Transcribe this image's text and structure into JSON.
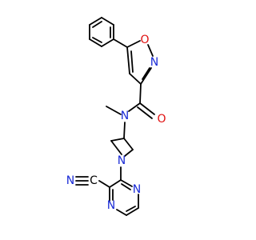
{
  "molecule": {
    "atom_labels": {
      "isoxazole_o": "O",
      "isoxazole_n": "N",
      "carbonyl_o": "O",
      "amide_n": "N",
      "azetidine_n": "N",
      "pyrazine_n_top": "N",
      "pyrazine_n_bottom": "N",
      "nitrile_c": "C",
      "nitrile_n": "N"
    },
    "colors": {
      "nitrogen": "#1a2bd6",
      "oxygen": "#e01010",
      "carbon": "#000000",
      "bond": "#000000"
    }
  }
}
